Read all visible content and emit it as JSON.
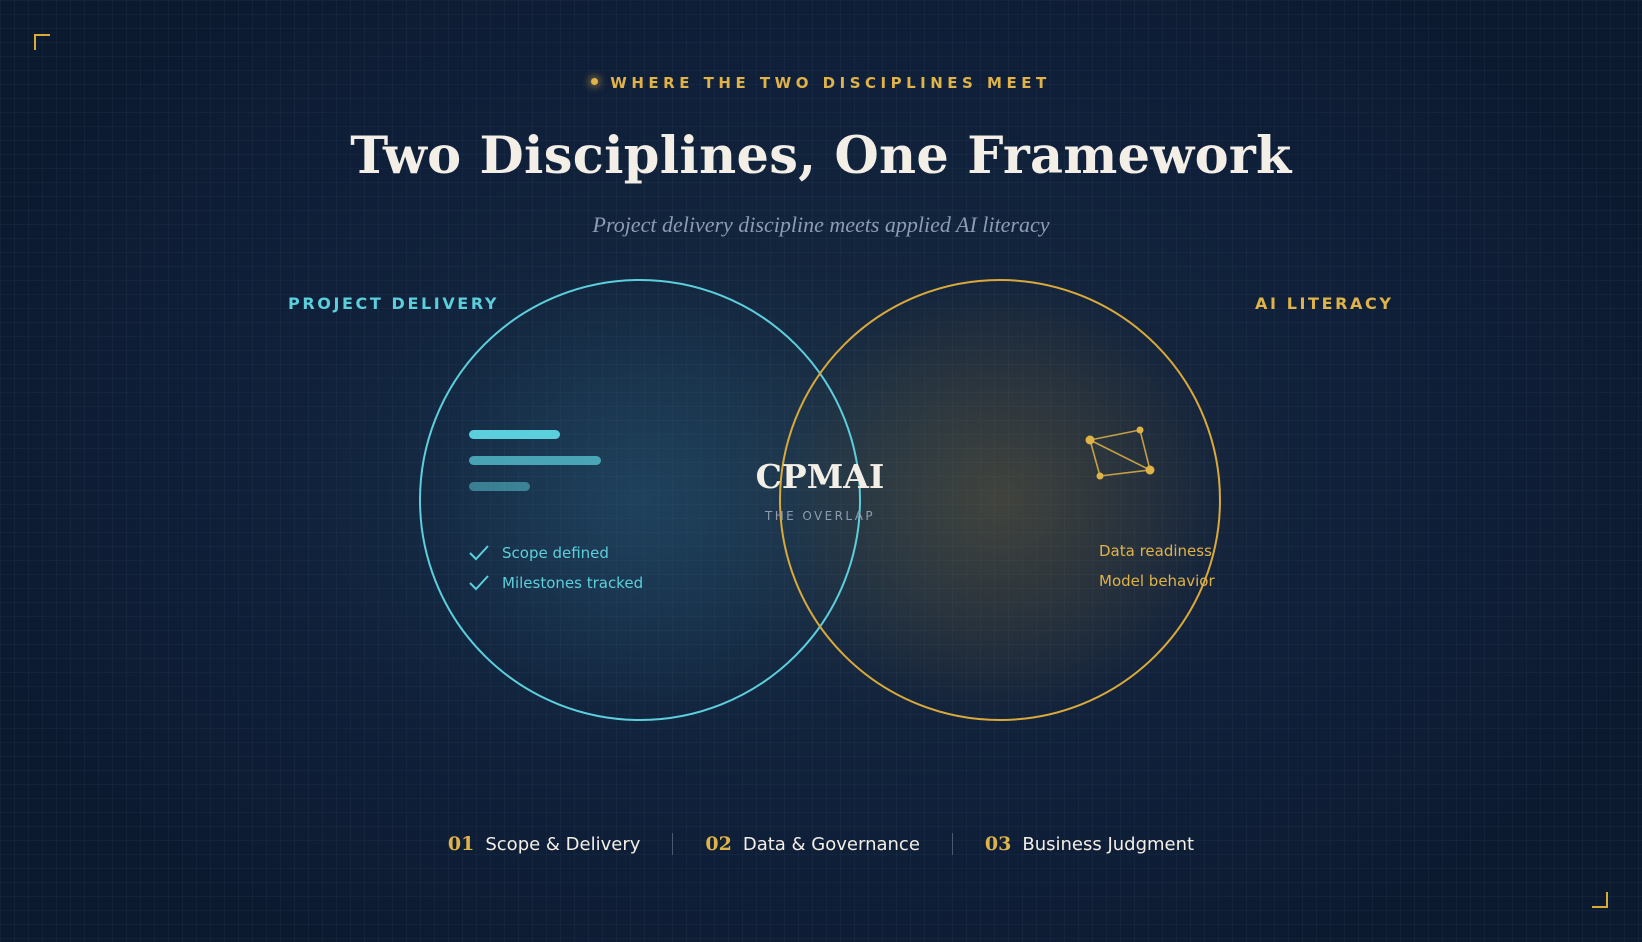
{
  "eyebrow": {
    "text": "WHERE THE TWO DISCIPLINES MEET"
  },
  "title": "Two Disciplines, One Framework",
  "subtitle": "Project delivery discipline meets applied AI literacy",
  "left_circle": {
    "label": "PROJECT DELIVERY",
    "color": "#5ccfdc",
    "checklist": [
      "Scope defined",
      "Milestones tracked"
    ]
  },
  "right_circle": {
    "label": "AI LITERACY",
    "color": "#e0b348",
    "items": [
      "Data readiness",
      "Model behavior"
    ]
  },
  "overlap": {
    "title": "CPMAI",
    "subtitle": "THE OVERLAP"
  },
  "pillars": [
    {
      "num": "01",
      "label": "Scope & Delivery"
    },
    {
      "num": "02",
      "label": "Data & Governance"
    },
    {
      "num": "03",
      "label": "Business Judgment"
    }
  ],
  "colors": {
    "background": "#10203a",
    "accent_cyan": "#5ccfdc",
    "accent_gold": "#e0b348",
    "text_primary": "#f3efe6",
    "text_muted": "#8d9cb2"
  },
  "icons": {
    "left": "bar-lines-icon",
    "right": "network-graph-icon",
    "check": "checkmark-icon"
  }
}
